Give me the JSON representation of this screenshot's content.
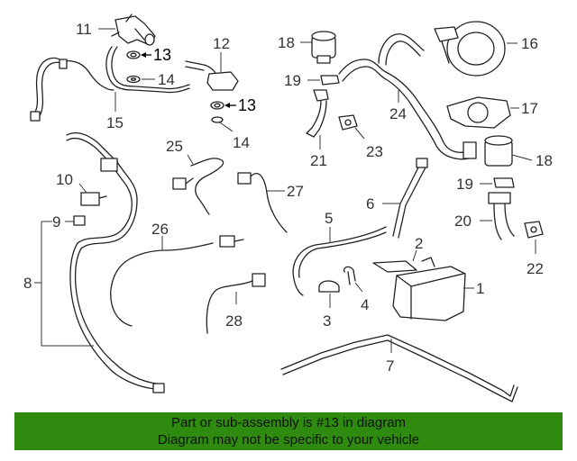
{
  "diagram": {
    "callouts": {
      "c1": "1",
      "c2": "2",
      "c3": "3",
      "c4": "4",
      "c5": "5",
      "c6": "6",
      "c7": "7",
      "c8": "8",
      "c9": "9",
      "c10": "10",
      "c11": "11",
      "c12": "12",
      "c13a": "13",
      "c13b": "13",
      "c14a": "14",
      "c14b": "14",
      "c15": "15",
      "c16": "16",
      "c17": "17",
      "c18a": "18",
      "c18b": "18",
      "c19a": "19",
      "c19b": "19",
      "c20": "20",
      "c21": "21",
      "c22": "22",
      "c23": "23",
      "c24": "24",
      "c25": "25",
      "c26": "26",
      "c27": "27",
      "c28": "28"
    }
  },
  "banner": {
    "line1": "Part or sub-assembly is #13 in diagram",
    "line2": "Diagram may not be specific to your vehicle"
  },
  "colors": {
    "banner_bg": "#2e8b10",
    "line": "#222222"
  }
}
